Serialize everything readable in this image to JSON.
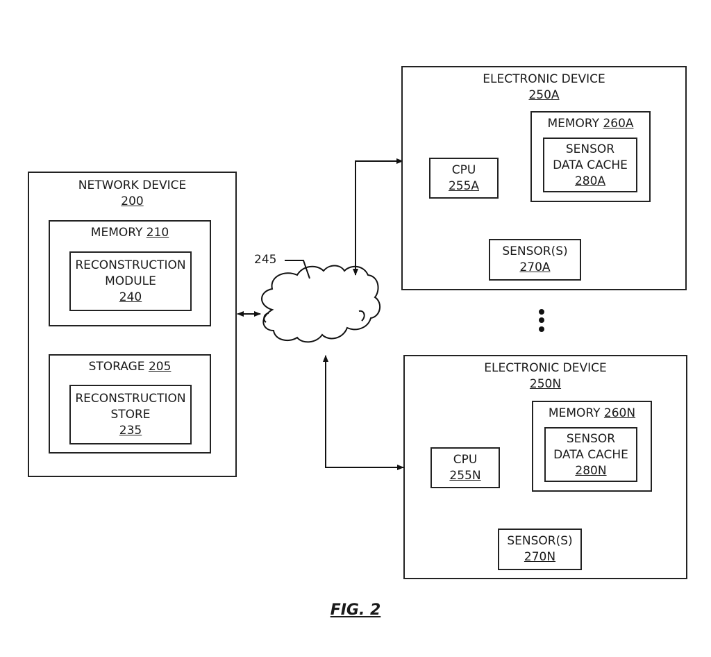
{
  "network_device": {
    "title": "NETWORK DEVICE",
    "ref": "200",
    "memory": {
      "title": "MEMORY",
      "ref": "210",
      "module": {
        "line1": "RECONSTRUCTION",
        "line2": "MODULE",
        "ref": "240"
      }
    },
    "storage": {
      "title": "STORAGE",
      "ref": "205",
      "store": {
        "line1": "RECONSTRUCTION",
        "line2": "STORE",
        "ref": "235"
      }
    }
  },
  "network": {
    "ref": "245"
  },
  "devices": [
    {
      "title": "ELECTRONIC DEVICE",
      "ref": "250A",
      "cpu": {
        "title": "CPU",
        "ref": "255A"
      },
      "memory": {
        "title": "MEMORY",
        "ref": "260A",
        "cache": {
          "line1": "SENSOR",
          "line2": "DATA CACHE",
          "ref": "280A"
        }
      },
      "sensors": {
        "title": "SENSOR(S)",
        "ref": "270A"
      }
    },
    {
      "title": "ELECTRONIC DEVICE",
      "ref": "250N",
      "cpu": {
        "title": "CPU",
        "ref": "255N"
      },
      "memory": {
        "title": "MEMORY",
        "ref": "260N",
        "cache": {
          "line1": "SENSOR",
          "line2": "DATA CACHE",
          "ref": "280N"
        }
      },
      "sensors": {
        "title": "SENSOR(S)",
        "ref": "270N"
      }
    }
  ],
  "ellipsis": "more-devices",
  "figure_caption": "FIG. 2"
}
